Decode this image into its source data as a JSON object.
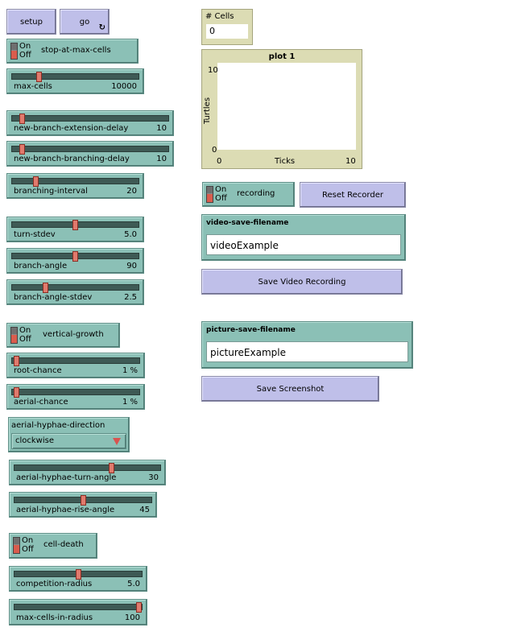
{
  "buttons": {
    "setup": "setup",
    "go": "go",
    "reset_recorder": "Reset Recorder",
    "save_video": "Save Video Recording",
    "save_screenshot": "Save Screenshot"
  },
  "toggle": {
    "on": "On",
    "off": "Off"
  },
  "switches": {
    "stop_at_max_cells": "stop-at-max-cells",
    "vertical_growth": "vertical-growth",
    "cell_death": "cell-death",
    "recording": "recording"
  },
  "sliders": {
    "max_cells": {
      "name": "max-cells",
      "value": "10000",
      "fraction": 0.2
    },
    "new_branch_extension_delay": {
      "name": "new-branch-extension-delay",
      "value": "10",
      "fraction": 0.05
    },
    "new_branch_branching_delay": {
      "name": "new-branch-branching-delay",
      "value": "10",
      "fraction": 0.05
    },
    "branching_interval": {
      "name": "branching-interval",
      "value": "20",
      "fraction": 0.17
    },
    "turn_stdev": {
      "name": "turn-stdev",
      "value": "5.0",
      "fraction": 0.5
    },
    "branch_angle": {
      "name": "branch-angle",
      "value": "90",
      "fraction": 0.5
    },
    "branch_angle_stdev": {
      "name": "branch-angle-stdev",
      "value": "2.5",
      "fraction": 0.25
    },
    "root_chance": {
      "name": "root-chance",
      "value": "1 %",
      "fraction": 0.01
    },
    "aerial_chance": {
      "name": "aerial-chance",
      "value": "1 %",
      "fraction": 0.01
    },
    "aerial_hyphae_turn_angle": {
      "name": "aerial-hyphae-turn-angle",
      "value": "30",
      "fraction": 0.67
    },
    "aerial_hyphae_rise_angle": {
      "name": "aerial-hyphae-rise-angle",
      "value": "45",
      "fraction": 0.5
    },
    "competition_radius": {
      "name": "competition-radius",
      "value": "5.0",
      "fraction": 0.5
    },
    "max_cells_in_radius": {
      "name": "max-cells-in-radius",
      "value": "100",
      "fraction": 1.0
    }
  },
  "chooser": {
    "label": "aerial-hyphae-direction",
    "value": "clockwise"
  },
  "monitor": {
    "label": "# Cells",
    "value": "0"
  },
  "inputs": {
    "video_label": "video-save-filename",
    "video_value": "videoExample",
    "picture_label": "picture-save-filename",
    "picture_value": "pictureExample"
  },
  "chart_data": {
    "type": "line",
    "title": "plot 1",
    "xlabel": "Ticks",
    "ylabel": "Turtles",
    "xlim": [
      0,
      10
    ],
    "ylim": [
      0,
      10
    ],
    "x_ticks": [
      "0",
      "10"
    ],
    "y_ticks": [
      "0",
      "10"
    ],
    "series": []
  },
  "colors": {
    "button": "#bfbfe9",
    "widget": "#8bc0b6",
    "monitor": "#dcdcb4",
    "thumb": "#e07a6d"
  }
}
